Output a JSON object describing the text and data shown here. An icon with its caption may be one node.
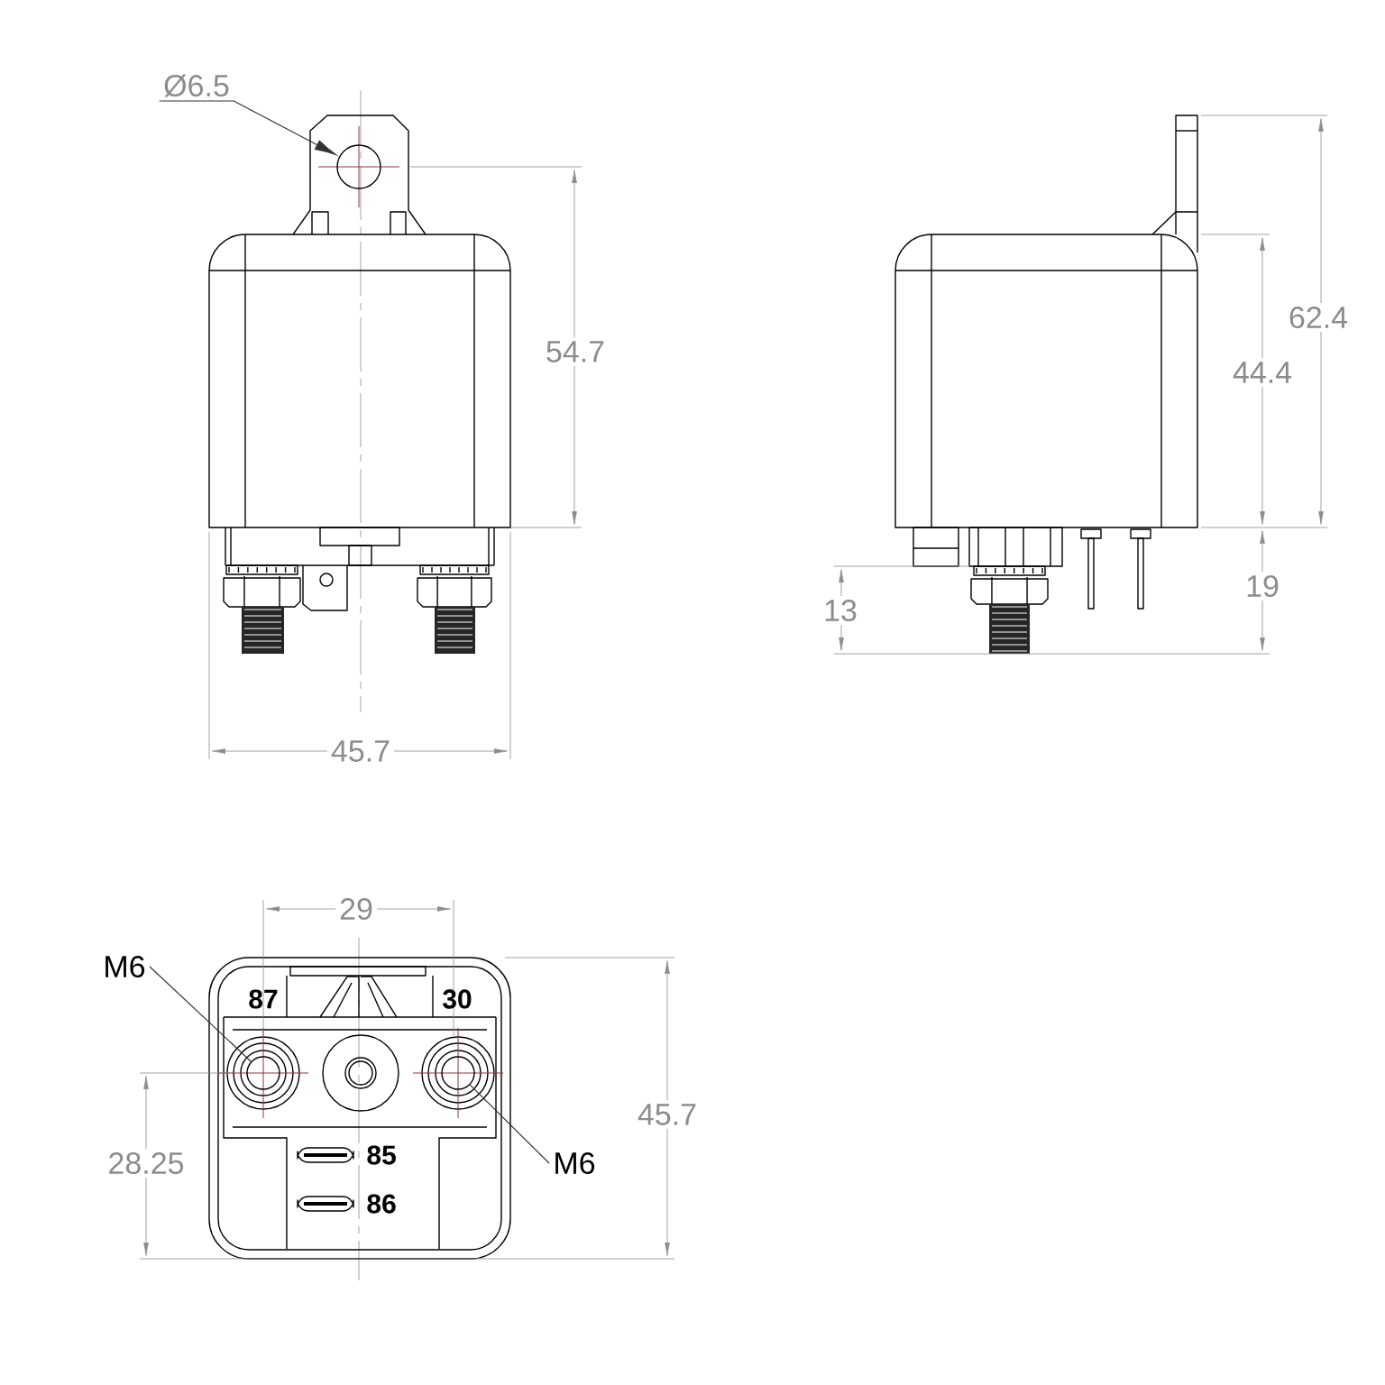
{
  "diagram": {
    "nodes": [
      {
        "text": [
          "Ø6.5"
        ]
      },
      {
        "text": [],
        "shape": "circle"
      },
      {
        "text": [
          "M6"
        ]
      },
      {
        "text": [],
        "shape": "circle"
      },
      {
        "text": [
          "M6"
        ]
      },
      {
        "text": [],
        "shape": "circle"
      }
    ],
    "edges": [
      {
        "from": 0,
        "to": 1,
        "arrow": "to"
      },
      {
        "from": 2,
        "to": 3,
        "arrow": "none"
      },
      {
        "from": 4,
        "to": 5,
        "arrow": "none"
      }
    ],
    "labels": [
      "62.4",
      "54.7",
      "44.4",
      "19",
      "13",
      "45.7",
      "29",
      "87",
      "30",
      "45.7",
      "85",
      "28.25",
      "86"
    ]
  }
}
